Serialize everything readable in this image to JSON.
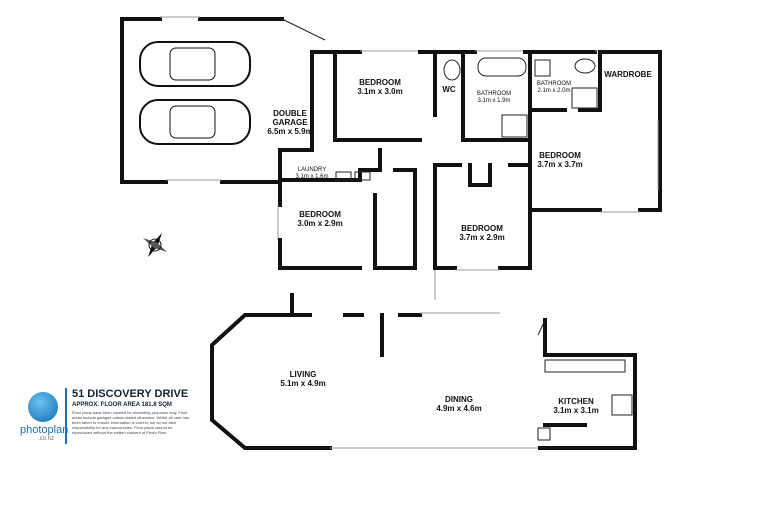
{
  "property": {
    "address": "51 DISCOVERY DRIVE",
    "floor_area": "APPROX. FLOOR AREA 181.8 SQM",
    "disclaimer": "Floor plans have been created for marketing purposes only. Floor areas include garages unless stated otherwise. Whilst all care has been taken to ensure information is correct, we do not take responsibility for any inaccuracies. Floor plans cannot be reproduced without the written consent of Photo Plan."
  },
  "brand": {
    "name": "photoplan",
    "domain": ".co.nz",
    "color": "#1a6fb5"
  },
  "rooms": {
    "garage": {
      "name": "DOUBLE GARAGE",
      "name1": "DOUBLE",
      "name2": "GARAGE",
      "size": "6.5m x 5.9m"
    },
    "bedroom1": {
      "name": "BEDROOM",
      "size": "3.1m x 3.0m"
    },
    "wc": {
      "name": "WC"
    },
    "bathroom1": {
      "name": "BATHROOM",
      "size": "3.1m x 1.9m"
    },
    "bathroom2": {
      "name": "BATHROOM",
      "size": "2.1m x 2.0m"
    },
    "wardrobe": {
      "name": "WARDROBE"
    },
    "bedroom2": {
      "name": "BEDROOM",
      "size": "3.7m x 3.7m"
    },
    "laundry": {
      "name": "LAUNDRY",
      "size": "3.1m x 1.6m"
    },
    "bedroom3": {
      "name": "BEDROOM",
      "size": "3.0m x 2.9m"
    },
    "bedroom4": {
      "name": "BEDROOM",
      "size": "3.7m x 2.9m"
    },
    "living": {
      "name": "LIVING",
      "size": "5.1m x 4.9m"
    },
    "dining": {
      "name": "DINING",
      "size": "4.9m x 4.6m"
    },
    "kitchen": {
      "name": "KITCHEN",
      "size": "3.1m x 3.1m"
    }
  },
  "icons": {
    "compass": "compass-rose-icon",
    "cars": "car-icon"
  }
}
